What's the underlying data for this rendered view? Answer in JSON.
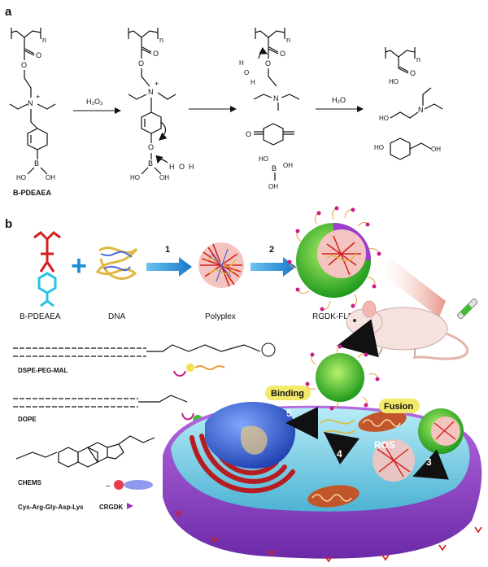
{
  "panel_a": {
    "label": "a",
    "step1_reagent": "H₂O₂",
    "step3_reagent": "H₂O",
    "monomer_name": "B-PDEAEA",
    "subscript_n": "n",
    "charge": "+",
    "atoms": {
      "O": "O",
      "B": "B",
      "OH": "OH",
      "HO": "HO",
      "N": "N",
      "H": "H"
    }
  },
  "panel_b": {
    "label": "b",
    "plus_sign": "+",
    "items": [
      {
        "label": "B-PDEAEA"
      },
      {
        "label": "DNA"
      },
      {
        "label": "Polyplex"
      },
      {
        "label": "RGDK-FLPP"
      }
    ],
    "step_numbers": [
      "1",
      "2"
    ],
    "lipids": [
      {
        "label": "DSPE-PEG-MAL"
      },
      {
        "label": "DOPE"
      },
      {
        "label": "CHEMS"
      }
    ],
    "peptide": {
      "sequence": "Cys-Arg-Gly-Asp-Lys",
      "name": "CRGDK"
    },
    "cell_labels": {
      "binding": "Binding",
      "fusion": "Fusion",
      "ros": "ROS"
    },
    "cell_steps": [
      "3",
      "4",
      "5"
    ],
    "colors": {
      "polymer_red": "#d4201c",
      "phenyl_cyan": "#27c4e6",
      "arrow_blue": "#1d8fd6",
      "yellow_label": "#f3e96a",
      "nanoparticle_green": "#3fbf2e",
      "cell_purple": "#9b4bd0",
      "nucleus_blue": "#2f5fd6"
    }
  }
}
